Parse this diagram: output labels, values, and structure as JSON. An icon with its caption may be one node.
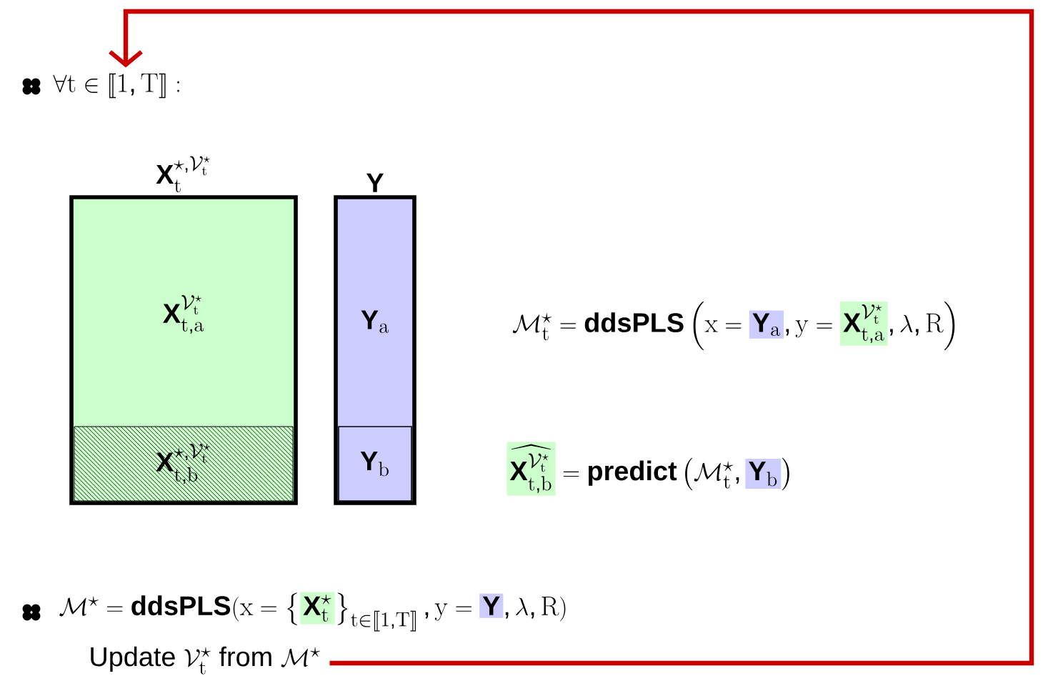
{
  "diagram": {
    "nodes": [
      {
        "text": [
          "\\forall t \\in \\llbracket 1, T \\rrbracket :"
        ]
      },
      {
        "text": [
          "\\textbf{X}_t^{\\star,\\mathcal{V}_t^{\\star}}"
        ]
      },
      {
        "text": [
          "\\textbf{X}_{t,a}^{\\mathcal{V}_t^{\\star}}"
        ],
        "in": 1
      },
      {
        "text": [
          "\\textbf{X}_{t,b}^{\\star,\\mathcal{V}_t^{\\star}}"
        ],
        "in": 1
      },
      {
        "text": [
          "\\textbf{Y}"
        ]
      },
      {
        "text": [
          "\\textbf{Y}_a"
        ],
        "in": 4
      },
      {
        "text": [
          "\\textbf{Y}_b"
        ],
        "in": 4
      },
      {
        "text": [
          "\\text{Update } \\mathcal{V}_t^{\\star} \\text{ from } \\mathcal{M}^{\\star}"
        ]
      }
    ],
    "edges": [
      {
        "from": 7,
        "to": 0,
        "arrow": "to",
        "color": "#cc0000"
      }
    ],
    "labels": [
      "\\mathcal{M}_t^{\\star} = \\textbf{ddsPLS}\\left( x = \\colorbox[HTML]{CCCCFF}{$\\textbf{Y}_a$}, y = \\colorbox[HTML]{CCFFCC}{$\\textbf{X}_{t,a}^{\\mathcal{V}_t^{\\star}}$}, \\lambda, R \\right)",
      "\\colorbox[HTML]{CCFFCC}{$\\widehat{\\textbf{X}_{t,b}^{\\mathcal{V}_t^{\\star}}}$} = \\textbf{predict}\\left( \\mathcal{M}_t^{\\star}, \\colorbox[HTML]{CCCCFF}{$\\textbf{Y}_b$} \\right)",
      "\\mathcal{M}^{\\star} = \\textbf{ddsPLS}(x = \\left\\{ \\colorbox[HTML]{CCFFCC}{$\\textbf{X}_t^{\\star}$} \\right\\}_{t \\in \\llbracket 1, T \\rrbracket}, y = \\colorbox[HTML]{CCCCFF}{$\\textbf{Y}$}, \\lambda, R)"
    ]
  }
}
